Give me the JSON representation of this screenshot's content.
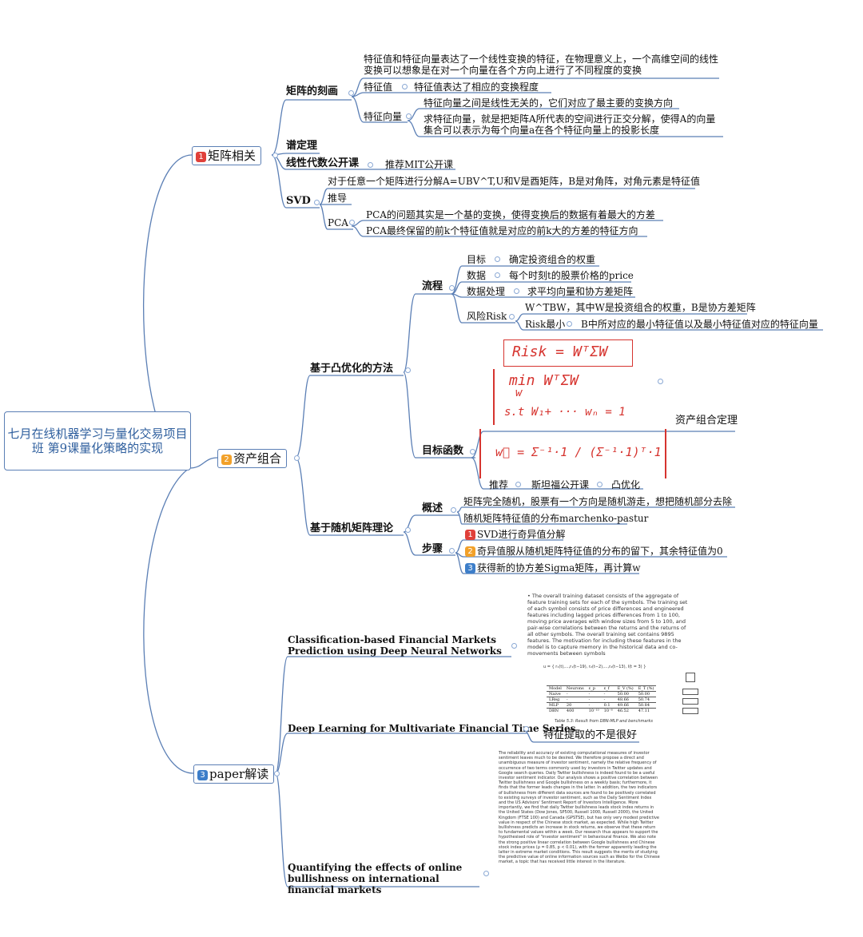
{
  "root": "七月在线机器学习与量化交易项目班 第9课量化策略的实现",
  "branches": [
    {
      "num": "1",
      "label": "矩阵相关"
    },
    {
      "num": "2",
      "label": "资产组合"
    },
    {
      "num": "3",
      "label": "paper解读"
    }
  ],
  "matrix": {
    "juzhen": "矩阵的刻画",
    "tezheng_desc": "特征值和特征向量表达了一个线性变换的特征，在物理意义上，一个高维空间的线性变换可以想象是在对一个向量在各个方向上进行了不同程度的变换",
    "tezhengzhi": "特征值",
    "tezhengzhi_desc": "特征值表达了相应的变换程度",
    "tezhengxiangliang": "特征向量",
    "tzxl_desc1": "特征向量之间是线性无关的，它们对应了最主要的变换方向",
    "tzxl_desc2": "求特征向量，就是把矩阵A所代表的空间进行正交分解，使得A的向量集合可以表示为每个向量a在各个特征向量上的投影长度",
    "pu": "谱定理",
    "xxds": "线性代数公开课",
    "mit": "推荐MIT公开课",
    "svd": "SVD",
    "svd_desc": "对于任意一个矩阵进行分解A=UBV^T,U和V是酉矩阵，B是对角阵，对角元素是特征值",
    "tuidao": "推导",
    "pca": "PCA",
    "pca1": "PCA的问题其实是一个基的变换，使得变换后的数据有着最大的方差",
    "pca2": "PCA最终保留的前k个特征值就是对应的前k大的方差的特征方向"
  },
  "portfolio": {
    "tuyouhua": "基于凸优化的方法",
    "liucheng": "流程",
    "mubiao": "目标",
    "mubiao_v": "确定投资组合的权重",
    "shuju": "数据",
    "shuju_v": "每个时刻t的股票价格的price",
    "chuli": "数据处理",
    "chuli_v": "求平均向量和协方差矩阵",
    "risk": "风险Risk",
    "risk_v1": "W^TBW，其中W是投资组合的权重，B是协方差矩阵",
    "risk_min": "Risk最小",
    "risk_min_v": "B中所对应的最小特征值以及最小特征值对应的特征向量",
    "mubiaohanshu": "目标函数",
    "dingli": "资产组合定理",
    "tuijian": "推荐",
    "sitanfu": "斯坦福公开课",
    "tuyh": "凸优化",
    "f1": "Risk = WᵀΣW",
    "f2a": "min  WᵀΣW",
    "f2b": "w",
    "f2c": "s.t  W₁+ ··· wₙ = 1",
    "f3": "w⃗ = Σ⁻¹·1 / (Σ⁻¹·1)ᵀ·1",
    "suiji": "基于随机矩阵理论",
    "gaishu": "概述",
    "gs1": "矩阵完全随机，股票有一个方向是随机游走，想把随机部分去除",
    "gs2": "随机矩阵特征值的分布marchenko-pastur",
    "buzhou": "步骤",
    "steps": [
      {
        "num": "1",
        "text": "SVD进行奇异值分解"
      },
      {
        "num": "2",
        "text": "奇异值服从随机矩阵特征值的分布的留下，其余特征值为0"
      },
      {
        "num": "3",
        "text": "获得新的协方差Sigma矩阵，再计算w"
      }
    ]
  },
  "papers": {
    "p1": "Classification-based Financial Markets Prediction using Deep Neural Networks",
    "p1_abstract": "• The overall training dataset consists of the aggregate of feature training sets for each of the symbols. The training set of each symbol consists of price differences and engineered features including lagged prices differences from 1 to 100, moving price averages with window sizes from 5 to 100, and pair-wise correlations between the returns and the returns of all other symbols. The overall training set contains 9895 features. The motivation for including these features in the model is to capture memory in the historical data and co-movements between symbols",
    "p2": "Deep Learning for Multivariate Financial Time Series",
    "p2_formula": "u = { r₁(t),...,r₁(t−19), r₂(t−2),...,r₂(t−13), I(t = 3) }",
    "p2_table_header": [
      "Model",
      "Neurons",
      "ε_p",
      "ε_f",
      "E_V (%)",
      "E_T (%)"
    ],
    "p2_table_rows": [
      [
        "Naive",
        "-",
        "-",
        "-",
        "50.00",
        "50.00"
      ],
      [
        "LReg",
        "-",
        "-",
        "-",
        "48.66",
        "50.74"
      ],
      [
        "MLP",
        "20",
        "-",
        "0.1",
        "49.66",
        "50.84"
      ],
      [
        "DBN",
        "400",
        "10⁻¹⁰",
        "10⁻⁸",
        "46.52",
        "47.11"
      ]
    ],
    "p2_caption": "Table 5.3: Result from DBN-MLP and benchmarks",
    "p2_note": "特征提取的不是很好",
    "p3": "Quantifying the effects of online bullishness on international financial markets",
    "p3_abstract": "The reliability and accuracy of existing computational measures of investor sentiment leaves much to be desired. We therefore propose a direct and unambiguous measure of investor sentiment, namely the relative frequency of occurrence of two terms commonly used by investors in Twitter updates and Google search queries. Daily Twitter bullishness is indeed found to be a useful investor sentiment indicator. Our analysis shows a positive correlation between Twitter bullishness and Google bullishness on a weekly basis; furthermore, it finds that the former leads changes in the latter. In addition, the two indicators of bullishness from different data sources are found to be positively correlated to existing surveys of investor sentiment, such as the Daily Sentiment Index and the US Advisors' Sentiment Report of Investors Intelligence. More importantly, we find that daily Twitter bullishness leads stock index returns in the United States (Dow Jones, SP500, Russell 1000, Russell 2000), the United Kingdom (FTSE 100) and Canada (GPSTSE), but has only very modest predictive value in respect of the Chinese stock market, as expected. While high Twitter bullishness predicts an increase in stock returns, we observe that these return to fundamental values within a week. Our research thus appears to support the hypothesised role of \"investor sentiment\" in behavioural finance. We also note the strong positive linear correlation between Google bullishness and Chinese stock index prices (ρ = 0.85, p < 0.01), with the former apparently leading the latter in extreme market conditions. This result suggests the merits of studying the predictive value of online information sources such as Weibo for the Chinese market, a topic that has received little interest in the literature."
  },
  "colors": {
    "line": "#5b7fb5",
    "node_circle": "#8aa8d4",
    "handwriting": "#d6342f"
  }
}
